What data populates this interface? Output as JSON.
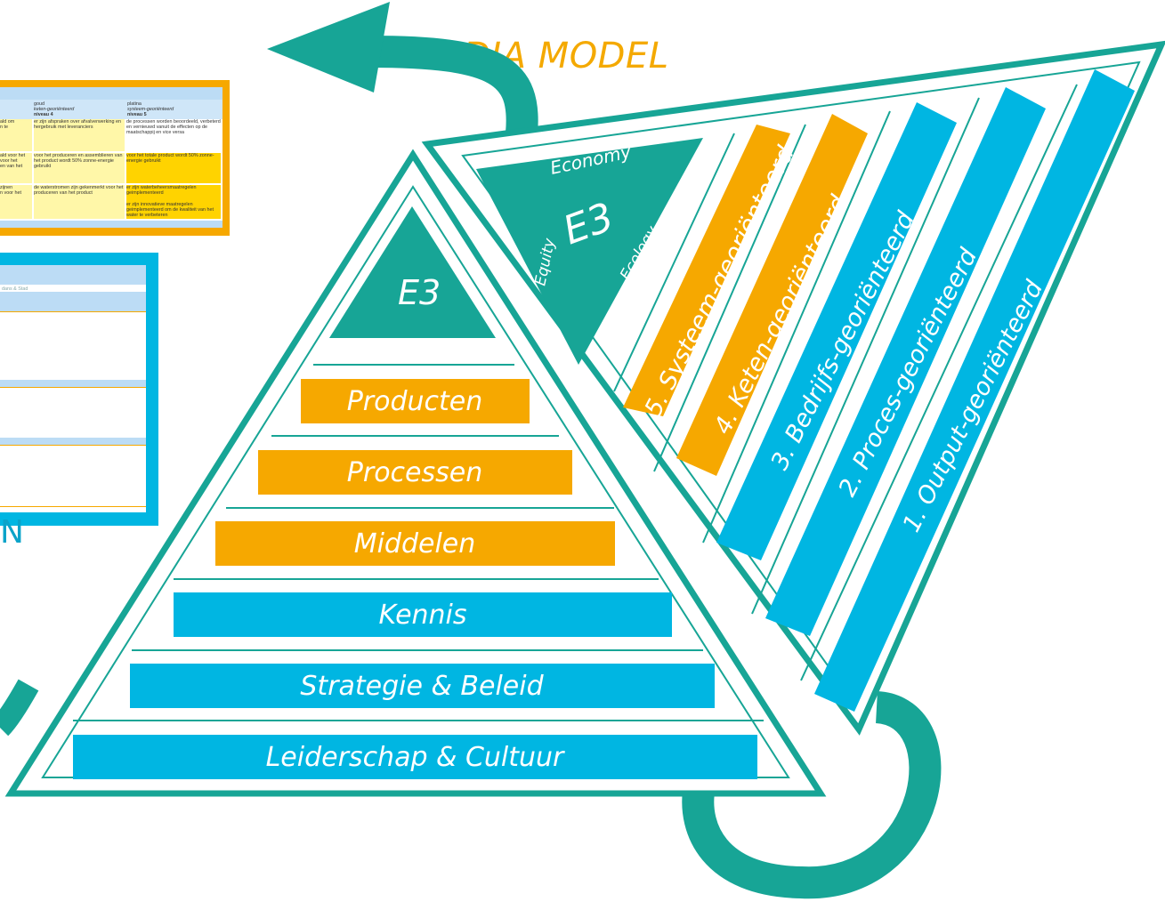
{
  "title": "DIA MODEL",
  "colors": {
    "teal": "#17a596",
    "blue": "#00b6e2",
    "orange": "#f6a800",
    "yellow_text": "#f4a900"
  },
  "mini_table": {
    "col_goud": "goud",
    "col_platina": "platina",
    "keten_label": "keten-georiënteerd",
    "systeem_label": "systeem-georiënteerd",
    "niveau4": "niveau 4",
    "niveau5": "niveau 5",
    "r1_left": "ald om\nn te",
    "r1_mid": "er zijn afspraken over afvalverwerking en hergebruik met leveranciers",
    "r1_right": "de processen worden beoordeeld, verbeterd en vernieuwd vanuit de effecten op de maatschappij en vice versa",
    "r2_left": "ald voor het\nvoor het\nen van het",
    "r2_mid": "voor het produceren en assemblieren van het product wordt 50% zonne-energie gebruikt",
    "r2_right": "voor het totale product wordt 50% zonne-energie gebruikt",
    "r3_left": "zijnen\nn voor het",
    "r3_mid": "de waterstromen zijn gekenmerkt voor het produceren van het product",
    "r3_right": "er zijn waterbeheersmaatregelen geimplementeerd\n\ner zijn innovatieve maatregelen geimplementeerd om de kwaliteit van het water te verbeteren"
  },
  "blue_panel": {
    "header_text": "dans & Stad"
  },
  "partial_letter": "N",
  "pyramid": {
    "e3": "E3",
    "levels": [
      "Producten",
      "Processen",
      "Middelen",
      "Kennis",
      "Strategie & Beleid",
      "Leiderschap & Cultuur"
    ]
  },
  "triangle": {
    "e3": "E3",
    "economy": "Economy",
    "equity": "Equity",
    "ecology": "Ecology",
    "bars": [
      "5. Systeem-georiënteerd",
      "4. Keten-georiënteerd",
      "3. Bedrijfs-georiënteerd",
      "2. Proces-georiënteerd",
      "1. Output-georiënteerd"
    ]
  }
}
